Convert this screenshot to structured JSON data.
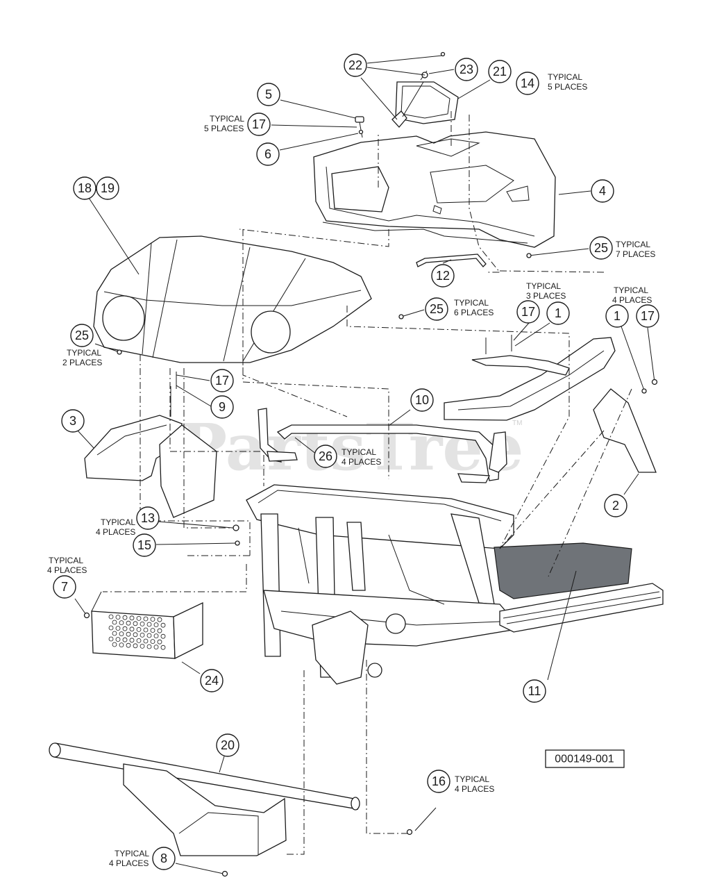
{
  "callouts": [
    {
      "id": "c1",
      "label": "1"
    },
    {
      "id": "c2",
      "label": "1"
    },
    {
      "id": "c3",
      "label": "2"
    },
    {
      "id": "c4",
      "label": "3"
    },
    {
      "id": "c5",
      "label": "4"
    },
    {
      "id": "c6",
      "label": "5"
    },
    {
      "id": "c7",
      "label": "6"
    },
    {
      "id": "c8",
      "label": "7"
    },
    {
      "id": "c9",
      "label": "8"
    },
    {
      "id": "c10",
      "label": "9"
    },
    {
      "id": "c11",
      "label": "10"
    },
    {
      "id": "c12",
      "label": "11"
    },
    {
      "id": "c13",
      "label": "12"
    },
    {
      "id": "c14",
      "label": "13"
    },
    {
      "id": "c15",
      "label": "14"
    },
    {
      "id": "c16",
      "label": "15"
    },
    {
      "id": "c17",
      "label": "16"
    },
    {
      "id": "c18",
      "label": "17"
    },
    {
      "id": "c19",
      "label": "17"
    },
    {
      "id": "c20",
      "label": "17"
    },
    {
      "id": "c21",
      "label": "17"
    },
    {
      "id": "c22",
      "label": "18"
    },
    {
      "id": "c23",
      "label": "19"
    },
    {
      "id": "c24",
      "label": "20"
    },
    {
      "id": "c25",
      "label": "21"
    },
    {
      "id": "c26",
      "label": "22"
    },
    {
      "id": "c27",
      "label": "23"
    },
    {
      "id": "c28",
      "label": "24"
    },
    {
      "id": "c29",
      "label": "25"
    },
    {
      "id": "c30",
      "label": "25"
    },
    {
      "id": "c31",
      "label": "25"
    },
    {
      "id": "c32",
      "label": "26"
    }
  ],
  "notes": {
    "typical_5_places_a": [
      "TYPICAL",
      "5 PLACES"
    ],
    "typical_5_places_b": [
      "TYPICAL",
      "5 PLACES"
    ],
    "typical_7_places": [
      "TYPICAL",
      "7 PLACES"
    ],
    "typical_2_places": [
      "TYPICAL",
      "2 PLACES"
    ],
    "typical_6_places": [
      "TYPICAL",
      "6 PLACES"
    ],
    "typical_3_places": [
      "TYPICAL",
      "3 PLACES"
    ],
    "typical_4_places_right": [
      "TYPICAL",
      "4 PLACES"
    ],
    "typical_4_places_26": [
      "TYPICAL",
      "4 PLACES"
    ],
    "typical_4_places_13": [
      "TYPICAL",
      "4 PLACES"
    ],
    "typical_4_places_7": [
      "TYPICAL",
      "4 PLACES"
    ],
    "typical_4_places_16": [
      "TYPICAL",
      "4 PLACES"
    ],
    "typical_4_places_8": [
      "TYPICAL",
      "4 PLACES"
    ]
  },
  "reference_number": "000149-001",
  "watermark": {
    "text": "PartsTree",
    "mark": "TM"
  }
}
